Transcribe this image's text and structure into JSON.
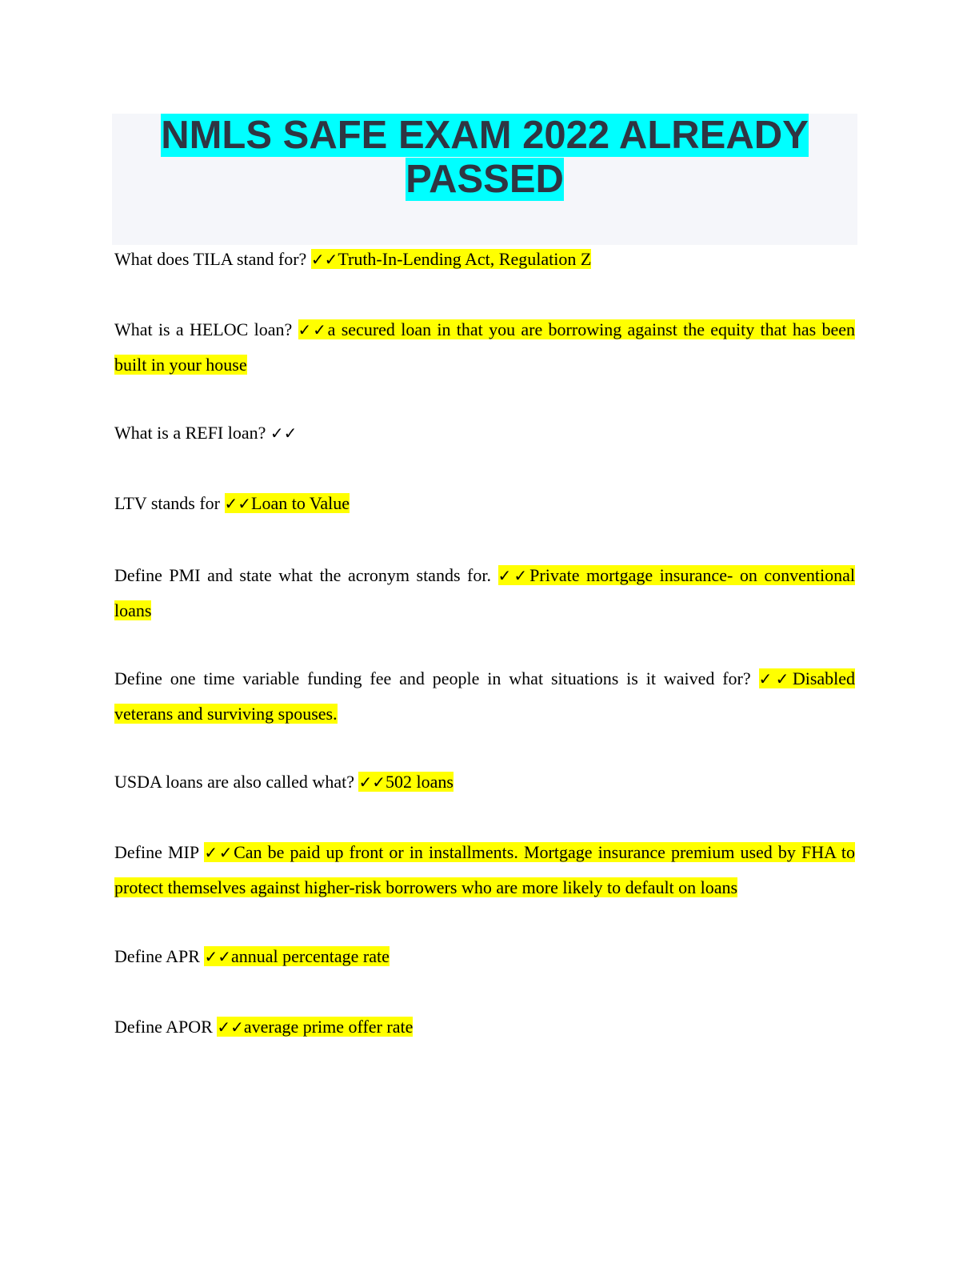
{
  "title": {
    "line1": "NMLS SAFE EXAM 2022 ALREADY",
    "line2": "PASSED"
  },
  "check_icon": "✓✓",
  "highlight_color": "#ffff00",
  "title_highlight_color": "#00ffff",
  "items": [
    {
      "q": "What does TILA stand for? ",
      "a": "Truth-In-Lending Act, Regulation Z"
    },
    {
      "q": "What is a HELOC loan? ",
      "a": "a secured loan in that you are borrowing against the equity that has been built in your house"
    },
    {
      "q": "What is a REFI loan? ",
      "a": ""
    },
    {
      "q": "LTV stands for ",
      "a": "Loan to Value"
    },
    {
      "q": "Define PMI and state what the acronym stands for. ",
      "a": "Private mortgage insurance- on conventional loans"
    },
    {
      "q": "Define one time variable funding fee and people in what situations is it waived for? ",
      "a": "Disabled veterans and surviving spouses."
    },
    {
      "q": "USDA loans are also called what? ",
      "a": "502 loans"
    },
    {
      "q": "Define MIP ",
      "a": "Can be paid up front or in installments. Mortgage insurance premium used by FHA to protect themselves against higher-risk borrowers who are more likely to default on loans"
    },
    {
      "q": "Define APR ",
      "a": "annual percentage rate"
    },
    {
      "q": "Define APOR ",
      "a": "average prime offer rate"
    }
  ]
}
